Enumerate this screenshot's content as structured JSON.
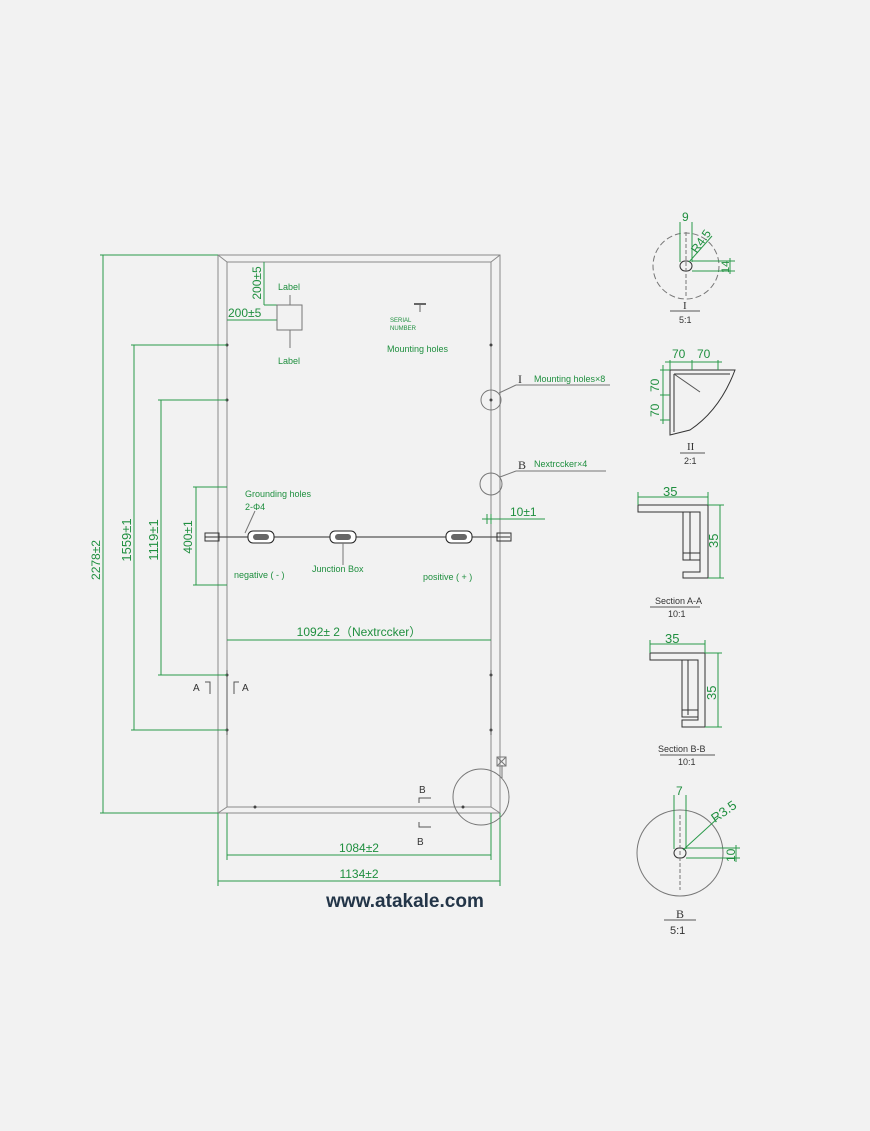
{
  "labels": {
    "label_top": "Label",
    "label_bottom": "Label",
    "serial": "SERIAL",
    "number": "NUMBER",
    "mounting_holes": "Mounting holes",
    "mark_I": "I",
    "mounting_holes_x8": "Mounting holes×8",
    "mark_B": "B",
    "nextracker_x4": "Nextrccker×4",
    "grounding_holes": "Grounding holes",
    "grounding_qty": "2-Φ4",
    "negative": "negative ( - )",
    "junction_box": "Junction Box",
    "positive": "positive ( + )",
    "section_A_left": "A",
    "section_A_right": "A",
    "section_B_top": "B",
    "section_B_bottom": "B"
  },
  "dims": {
    "d200_top": "200±5",
    "d200_left": "200±5",
    "d10": "10±1",
    "d400": "400±1",
    "d1119": "1119±1",
    "d1559": "1559±1",
    "d_overall": "2278±2",
    "d1092": "1092± 2（Nextrccker）",
    "d1084": "1084±2",
    "d1134": "1134±2"
  },
  "detail_I": {
    "d9": "9",
    "r": "R4.5",
    "d14": "14",
    "name": "I",
    "scale": "5:1"
  },
  "detail_II": {
    "d70a": "70",
    "d70b": "70",
    "d70c": "70",
    "d70d": "70",
    "name": "II",
    "scale": "2:1"
  },
  "section_AA": {
    "d35w": "35",
    "d35h": "35",
    "name": "Section A-A",
    "scale": "10:1"
  },
  "section_BB": {
    "d35w": "35",
    "d35h": "35",
    "name": "Section B-B",
    "scale": "10:1"
  },
  "detail_B": {
    "d7": "7",
    "r": "R3.5",
    "d10": "10",
    "name": "B",
    "scale": "5:1"
  },
  "website": "www.atakale.com"
}
